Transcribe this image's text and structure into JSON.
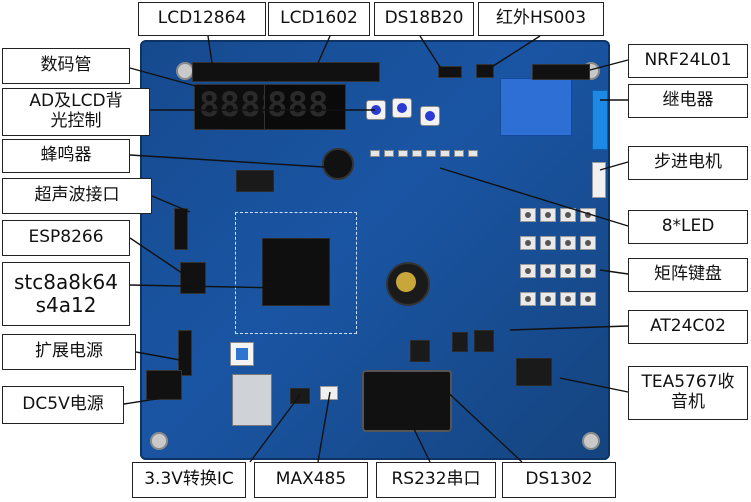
{
  "labels": {
    "lcd12864": "LCD12864",
    "lcd1602": "LCD1602",
    "ds18b20": "DS18B20",
    "hs003": "红外HS003",
    "nrf24l01": "NRF24L01",
    "digit_tube": "数码管",
    "ad_lcd": "AD及LCD背\n光控制",
    "buzzer": "蜂鸣器",
    "ultrasonic": "超声波接口",
    "esp8266": "ESP8266",
    "mcu": "stc8a8k64\ns4a12",
    "power_ext": "扩展电源",
    "dc5v": "DC5V电源",
    "relay": "继电器",
    "stepper": "步进电机",
    "led8": "8*LED",
    "keypad": "矩阵键盘",
    "at24c02": "AT24C02",
    "tea5767": "TEA5767收\n音机",
    "ldo33": "3.3V转换IC",
    "max485": "MAX485",
    "rs232": "RS232串口",
    "ds1302": "DS1302"
  },
  "colors": {
    "pcb": "#1a55a3",
    "relay": "#2e6fd6",
    "terminal": "#1e88e5"
  }
}
